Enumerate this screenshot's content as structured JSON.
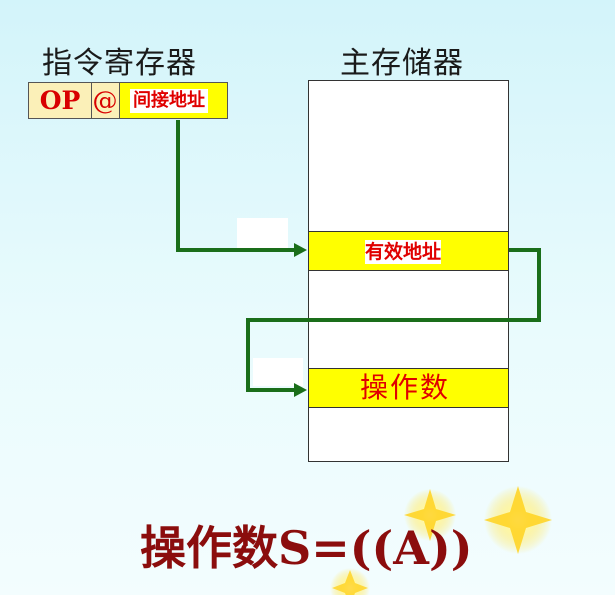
{
  "labels": {
    "instruction_register": "指令寄存器",
    "main_memory": "主存储器"
  },
  "register": {
    "op": "OP",
    "indirect_flag": "@",
    "address_field": "间接地址"
  },
  "memory": {
    "effective_address_cell": "有效地址",
    "operand_cell": "操作数"
  },
  "formula": "操作数S=((A))",
  "colors": {
    "background": "#d3f4fa",
    "arrow": "#1a6e1a",
    "highlight": "#ffff00",
    "register_fill": "#fbf0b8",
    "label_red": "#e00000",
    "formula_color": "#8b0d0d"
  }
}
